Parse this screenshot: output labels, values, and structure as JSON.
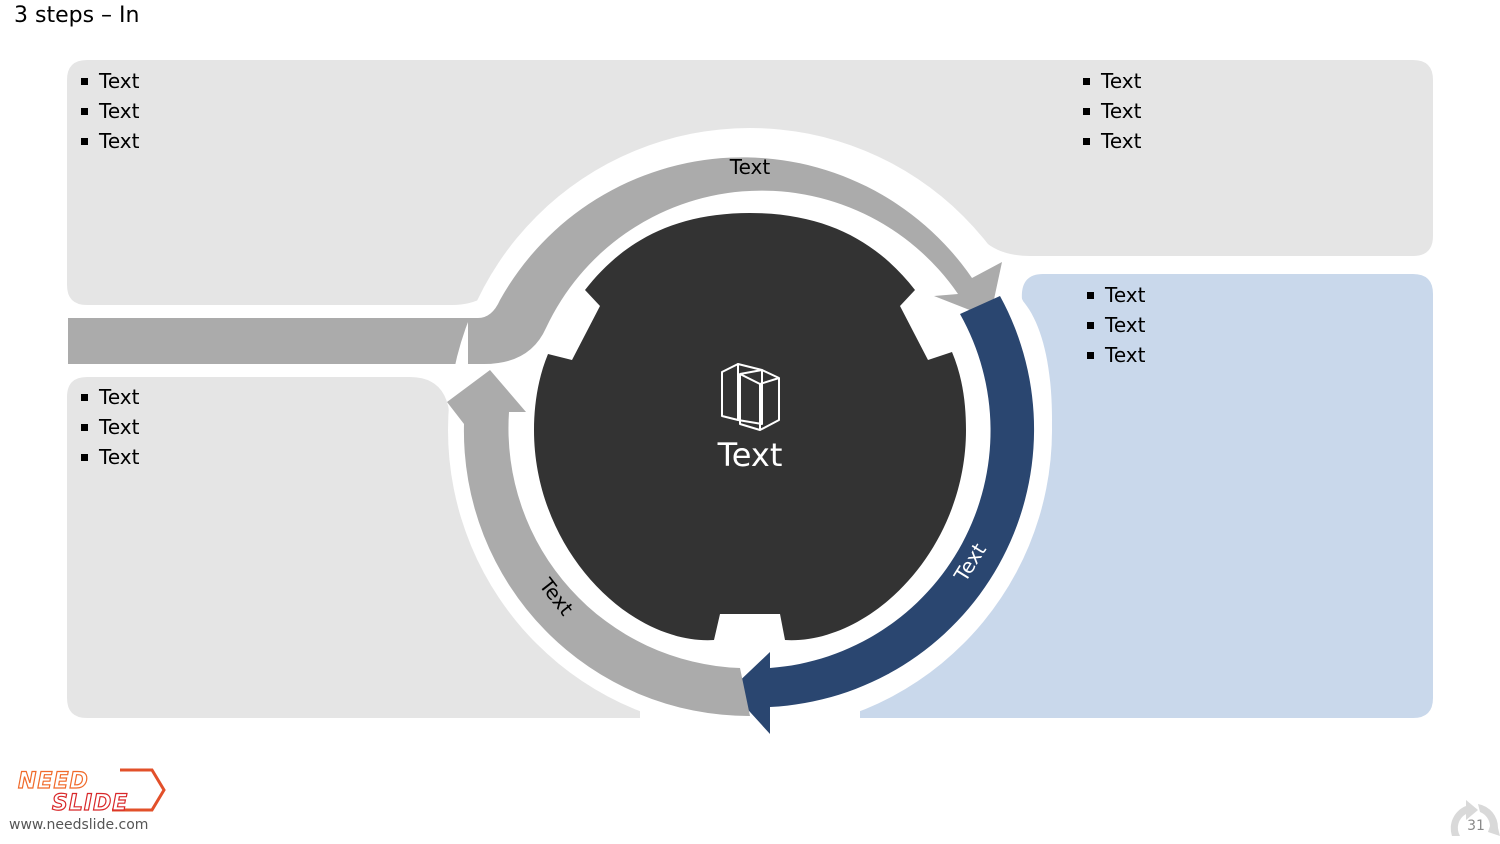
{
  "slide": {
    "title": "3 steps – In"
  },
  "panels": {
    "top_left": {
      "items": [
        "Text",
        "Text",
        "Text"
      ]
    },
    "top_right": {
      "items": [
        "Text",
        "Text",
        "Text"
      ]
    },
    "right": {
      "items": [
        "Text",
        "Text",
        "Text"
      ]
    },
    "bottom_left": {
      "items": [
        "Text",
        "Text",
        "Text"
      ]
    }
  },
  "cycle": {
    "center_label": "Text",
    "center_icon": "books-icon",
    "arrows": [
      {
        "label": "Text",
        "color": "#ababab"
      },
      {
        "label": "Text",
        "color": "#2a4670"
      },
      {
        "label": "Text",
        "color": "#ababab"
      }
    ]
  },
  "colors": {
    "panel_gray": "#e5e5e5",
    "panel_blue": "#c9d8eb",
    "center_disc": "#333333",
    "arrow_gray": "#ababab",
    "arrow_blue": "#2a4670"
  },
  "footer": {
    "logo_text_top": "NEED",
    "logo_text_bottom": "SLIDE",
    "website": "www.needslide.com",
    "page_number": "31"
  }
}
